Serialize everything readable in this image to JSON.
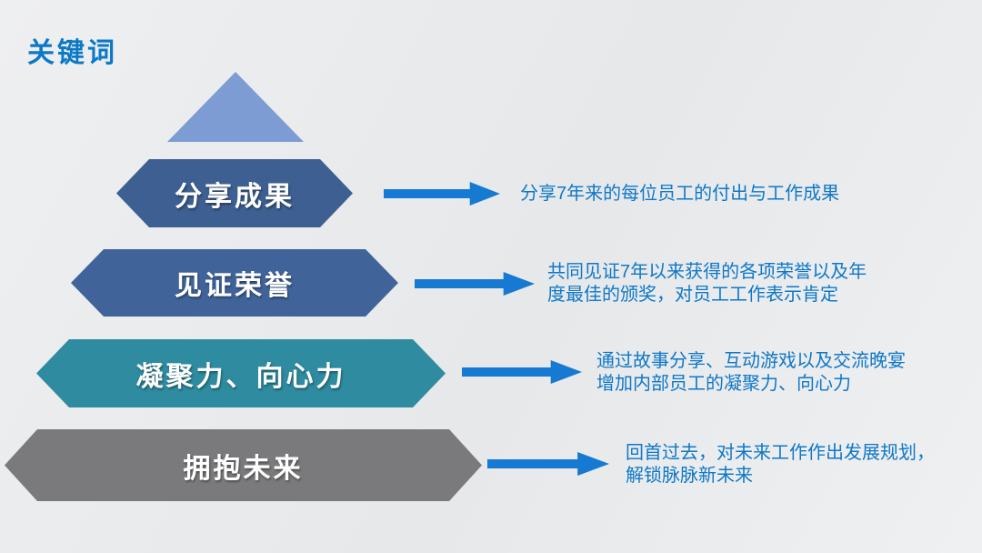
{
  "slide": {
    "title": "关键词",
    "title_color": "#0c79c6",
    "background_color": "#eaecee"
  },
  "pyramid": {
    "cap_color": "#7c9cd3",
    "label_color": "#ffffff",
    "levels": [
      {
        "label": "分享成果",
        "fill": "#3d5f91",
        "desc_lines": [
          "分享7年来的每位员工的付出与工作成果"
        ]
      },
      {
        "label": "见证荣誉",
        "fill": "#40649a",
        "desc_lines": [
          "共同见证7年以来获得的各项荣誉以及年",
          "度最佳的颁奖，对员工工作表示肯定"
        ]
      },
      {
        "label": "凝聚力、向心力",
        "fill": "#2e8ba0",
        "desc_lines": [
          "通过故事分享、互动游戏以及交流晚宴",
          "增加内部员工的凝聚力、向心力"
        ]
      },
      {
        "label": "拥抱未来",
        "fill": "#7a7a7c",
        "desc_lines": [
          "回首过去，对未来工作作出发展规划，",
          "解锁脉脉新未来"
        ]
      }
    ]
  },
  "connector": {
    "arrow_color": "#1679d2",
    "desc_color": "#0f78c8"
  }
}
